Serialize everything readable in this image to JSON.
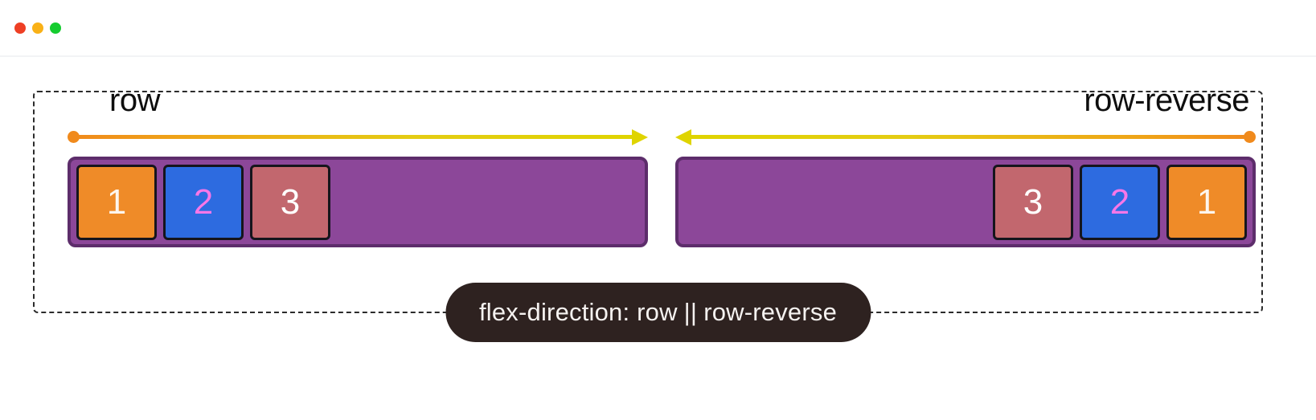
{
  "window": {
    "traffic_lights": [
      {
        "name": "close",
        "color": "#ee3f24"
      },
      {
        "name": "minimize",
        "color": "#f9b117"
      },
      {
        "name": "maximize",
        "color": "#15cc2f"
      }
    ]
  },
  "demo": {
    "panels": [
      {
        "id": "row",
        "axis_label": "row",
        "direction": "row",
        "arrow_direction": "right",
        "items": [
          {
            "label": "1",
            "bg": "#ef8b28",
            "fg": "#fdf6ee"
          },
          {
            "label": "2",
            "bg": "#2d6be0",
            "fg": "#f877e8"
          },
          {
            "label": "3",
            "bg": "#c2676e",
            "fg": "#ffffff"
          }
        ]
      },
      {
        "id": "row-reverse",
        "axis_label": "row-reverse",
        "direction": "row-reverse",
        "arrow_direction": "left",
        "items": [
          {
            "label": "1",
            "bg": "#ef8b28",
            "fg": "#fdf6ee"
          },
          {
            "label": "2",
            "bg": "#2d6be0",
            "fg": "#f877e8"
          },
          {
            "label": "3",
            "bg": "#c2676e",
            "fg": "#ffffff"
          }
        ]
      }
    ],
    "container_color": "#8c4799",
    "container_border_color": "#5d2d6b",
    "frame_border_color": "#2b2b2b"
  },
  "caption": {
    "property": "flex-direction: row",
    "separator": "||",
    "alternate": "row-reverse",
    "background": "#2e2220",
    "text_color": "#f5f2f0"
  },
  "axis": {
    "dot_color": "#f08a1c",
    "line_start_color": "#f08a1c",
    "line_end_color": "#dfd400"
  }
}
